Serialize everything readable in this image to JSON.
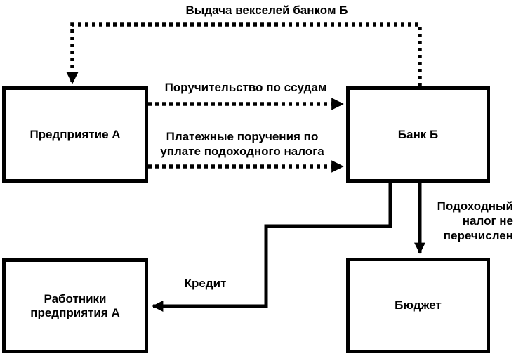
{
  "nodes": {
    "enterprise_a": {
      "label": "Предприятие А"
    },
    "bank_b": {
      "label": "Банк Б"
    },
    "workers": {
      "label_lines": [
        "Работники",
        "предприятия А"
      ]
    },
    "budget": {
      "label": "Бюджет"
    }
  },
  "edges": {
    "bills_issue": {
      "label": "Выдача векселей банком Б",
      "style": "dotted"
    },
    "loan_guarantee": {
      "label": "Поручительство по ссудам",
      "style": "dotted"
    },
    "payment_orders": {
      "label_lines": [
        "Платежные поручения по",
        "уплате подоходного налога"
      ],
      "style": "dotted"
    },
    "credit": {
      "label": "Кредит",
      "style": "solid"
    },
    "income_tax": {
      "label_lines": [
        "Подоходный",
        "налог не",
        "перечислен"
      ],
      "style": "solid"
    }
  },
  "colors": {
    "ink": "#000000",
    "background": "#ffffff"
  }
}
